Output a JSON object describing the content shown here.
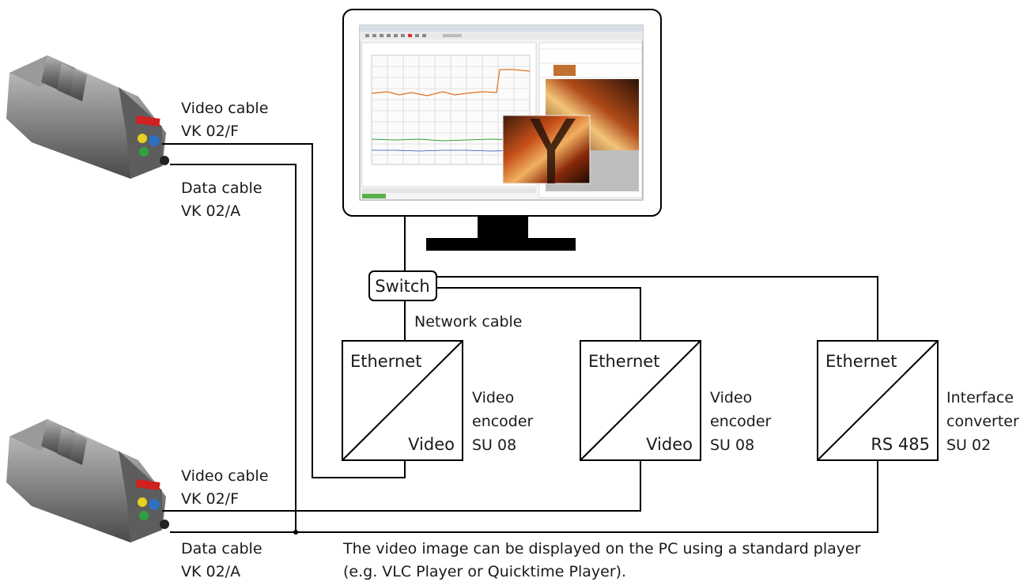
{
  "cameras": [
    {
      "video_cable": [
        "Video cable",
        "VK 02/F"
      ],
      "data_cable": [
        "Data cable",
        "VK 02/A"
      ]
    },
    {
      "video_cable": [
        "Video cable",
        "VK 02/F"
      ],
      "data_cable": [
        "Data cable",
        "VK 02/A"
      ]
    }
  ],
  "switch_label": "Switch",
  "network_cable_label": "Network cable",
  "devices": [
    {
      "top": "Ethernet",
      "bottom": "Video",
      "caption": [
        "Video",
        "encoder",
        "SU 08"
      ]
    },
    {
      "top": "Ethernet",
      "bottom": "Video",
      "caption": [
        "Video",
        "encoder",
        "SU 08"
      ]
    },
    {
      "top": "Ethernet",
      "bottom": "RS 485",
      "caption": [
        "Interface",
        "converter",
        "SU 02"
      ]
    }
  ],
  "note": [
    "The video image can be displayed on the PC using a standard player",
    "(e.g. VLC Player or Quicktime Player)."
  ]
}
